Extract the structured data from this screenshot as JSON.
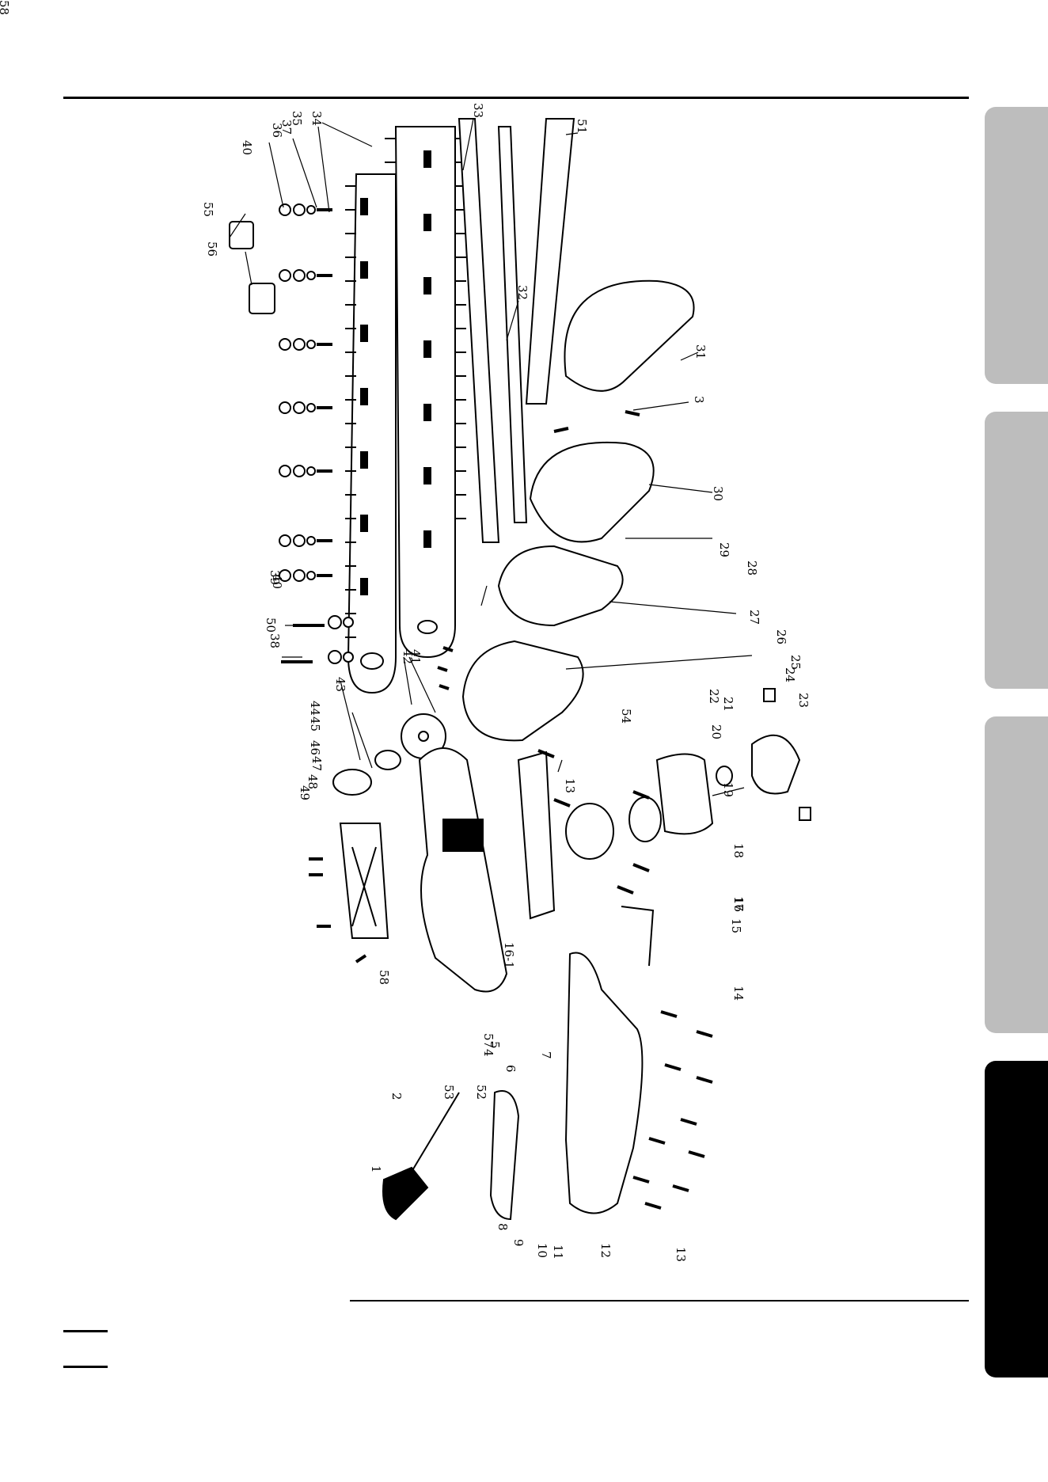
{
  "diagram": {
    "callouts": [
      "1",
      "2",
      "3",
      "4",
      "5",
      "6",
      "7",
      "8",
      "9",
      "10",
      "11",
      "12",
      "13",
      "13",
      "14",
      "15",
      "16",
      "16-1",
      "17",
      "18",
      "19",
      "20",
      "21",
      "22",
      "23",
      "24",
      "25",
      "26",
      "27",
      "28",
      "29",
      "30",
      "31",
      "32",
      "33",
      "34",
      "35",
      "36",
      "37",
      "38",
      "39",
      "40",
      "40",
      "41",
      "42",
      "43",
      "44",
      "45",
      "46",
      "47",
      "48",
      "49",
      "50",
      "51",
      "52",
      "53",
      "54",
      "55",
      "56",
      "57",
      "58",
      "58"
    ]
  },
  "tabs": {
    "colors": [
      "#bdbdbd",
      "#bdbdbd",
      "#bdbdbd",
      "#000000"
    ]
  }
}
